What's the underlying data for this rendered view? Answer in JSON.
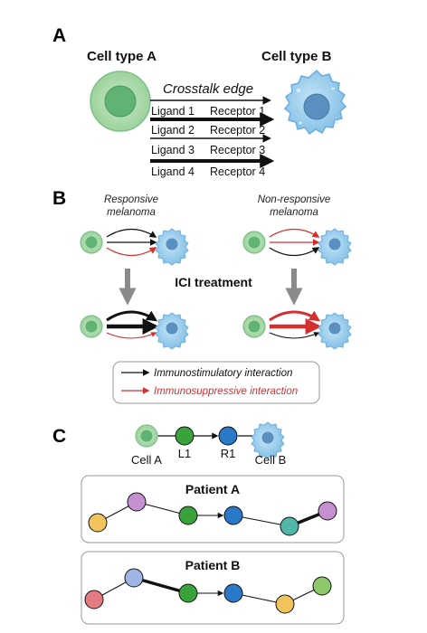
{
  "panels": {
    "a": "A",
    "b": "B",
    "c": "C"
  },
  "panel_a": {
    "cell_a": "Cell type A",
    "cell_b": "Cell type B",
    "edge_label": "Crosstalk edge",
    "pairs": [
      {
        "ligand": "Ligand 1",
        "receptor": "Receptor 1"
      },
      {
        "ligand": "Ligand 2",
        "receptor": "Receptor 2"
      },
      {
        "ligand": "Ligand 3",
        "receptor": "Receptor 3"
      },
      {
        "ligand": "Ligand 4",
        "receptor": "Receptor 4"
      }
    ]
  },
  "panel_b": {
    "responsive": [
      "Responsive",
      "melanoma"
    ],
    "non_responsive": [
      "Non-responsive",
      "melanoma"
    ],
    "treatment": "ICI treatment",
    "legend": {
      "stim": "Immunostimulatory interaction",
      "supp": "Immunosuppressive interaction"
    }
  },
  "panel_c": {
    "path": {
      "cell_a": "Cell A",
      "l1": "L1",
      "r1": "R1",
      "cell_b": "Cell B"
    },
    "patient_a": "Patient A",
    "patient_b": "Patient B"
  },
  "colors": {
    "stim": "#111111",
    "supp": "#d32f2f",
    "cell_a_fill": "#a8d8a8",
    "cell_a_core": "#5fb474",
    "cell_b_fill": "#9fd0ef",
    "cell_b_core": "#5b8fbf",
    "ligand_node": "#3aa23a",
    "receptor_node": "#2a78c8"
  }
}
